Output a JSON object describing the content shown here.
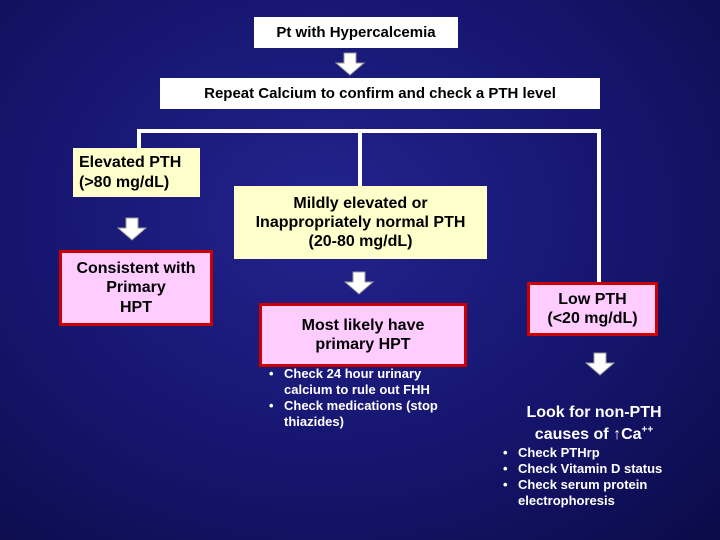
{
  "boxes": {
    "top": "Pt with Hypercalcemia",
    "repeat": "Repeat Calcium to confirm and check a PTH level",
    "elevated": [
      "Elevated PTH",
      "(>80 mg/dL)"
    ],
    "consistent": [
      "Consistent with",
      "Primary",
      "HPT"
    ],
    "mild": [
      "Mildly elevated or",
      "Inappropriately normal PTH",
      "(20-80 mg/dL)"
    ],
    "likely": [
      "Most likely have",
      "primary HPT"
    ],
    "low": [
      "Low PTH",
      "(<20 mg/dL)"
    ]
  },
  "likely_bullets": [
    "Check 24 hour urinary calcium to rule out FHH",
    "Check medications (stop thiazides)"
  ],
  "nonpth": {
    "line1": "Look for non-PTH",
    "line2_prefix": "causes of",
    "arrow": "↑",
    "ion": "Ca",
    "charge": "++"
  },
  "nonpth_bullets": [
    "Check PTHrp",
    "Check Vitamin D status",
    "Check serum protein electrophoresis"
  ]
}
